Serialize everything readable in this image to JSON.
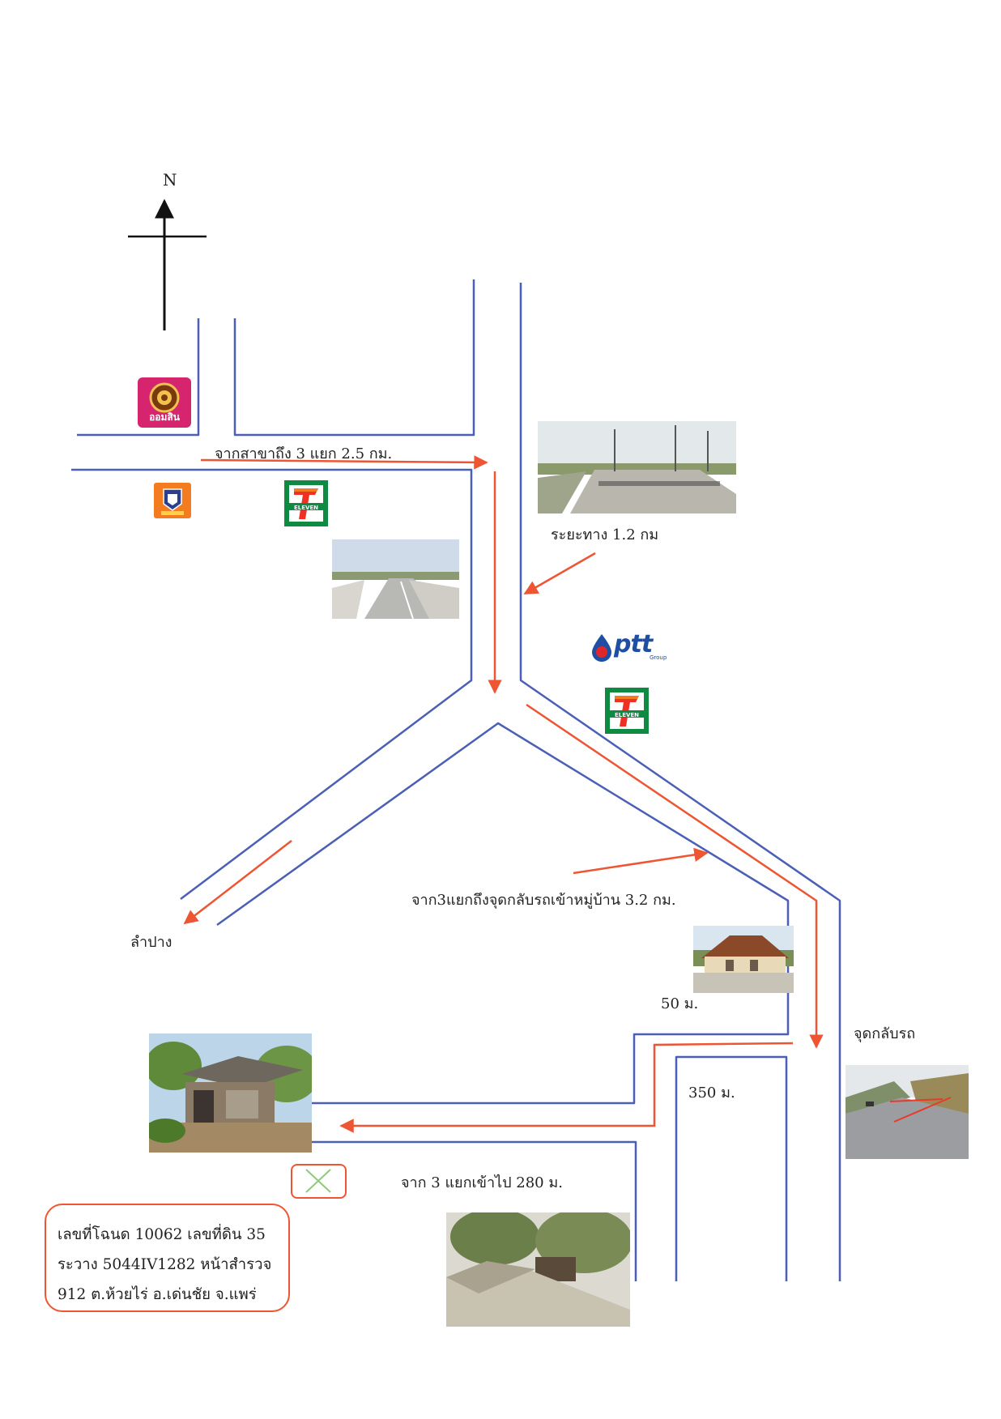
{
  "compass": {
    "north": "N"
  },
  "labels": {
    "route_1": "จากสาขาถึง 3 แยก 2.5 กม.",
    "distance_1": "ระยะทาง 1.2 กม",
    "route_2": "จาก3แยกถึงจุดกลับรถเข้าหมู่บ้าน 3.2 กม.",
    "lampang": "ลำปาง",
    "dist_50": "50 ม.",
    "uturn": "จุดกลับรถ",
    "dist_350": "350 ม.",
    "route_3": "จาก 3 แยกเข้าไป 280 ม."
  },
  "logos": {
    "gsb": "ออมสิน",
    "ptt": "ptt",
    "ptt_sub": "Group",
    "seven_eleven": "ELEVEN"
  },
  "info_box": {
    "lines": [
      "เลขที่โฉนด 10062 เลขที่ดิน 35",
      "ระวาง 5044IV1282 หน้าสำรวจ",
      "912 ต.ห้วยไร่ อ.เด่นชัย จ.แพร่"
    ]
  },
  "colors": {
    "road": "#4a5fb5",
    "route_arrow": "#ee5533",
    "gsb": "#d6246e",
    "seven_green": "#0e8a43",
    "seven_orange": "#f47c20",
    "ptt_blue": "#1f4fa3"
  }
}
